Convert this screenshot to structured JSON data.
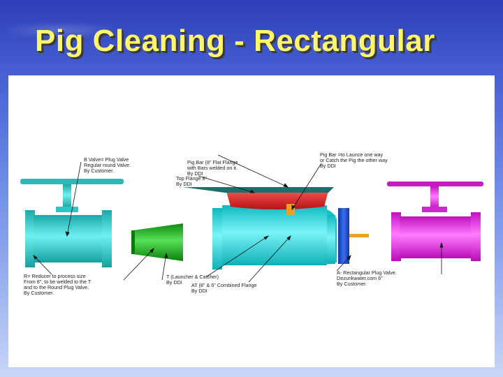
{
  "title": "Pig Cleaning - Rectangular",
  "labels": {
    "b_valve": [
      "B Valve= Plug Valve",
      "Regular round Valve.",
      "By Customer."
    ],
    "pig_bar_flat": [
      "Pig Bar (8\" Flat Flange",
      "with Bars welded on it.",
      "By DDI"
    ],
    "top_flange": [
      "Top Flange 8\"",
      "By DDI"
    ],
    "pig_bar_launch": [
      "Pig Bar =to Launce one way",
      "or Catch the Pig the other way",
      "By DDI"
    ],
    "reducer": [
      "R= Reducer to process size",
      "From 8\", to be welded to the T",
      "and to the Round Plug Valve.",
      "By Customer."
    ],
    "tee": [
      "T (Launcher & Catcher)",
      "By DDI"
    ],
    "at": [
      "AT (8\" & 6\" Combined Flange",
      "By DDI"
    ],
    "rect_valve": [
      "A- Rectangular Plug Valve.",
      "Dezurikwater.com      6\"",
      "By Customer."
    ]
  },
  "colors": {
    "teal_valve": "#33d6d6",
    "reducer": "#22b522",
    "tee": "#22dde0",
    "top_flange": "#e02828",
    "pig_bar": "#f0a020",
    "combined_flange": "#1f4fd0",
    "rect_valve": "#ee2ee6",
    "title": "#fff66a"
  }
}
